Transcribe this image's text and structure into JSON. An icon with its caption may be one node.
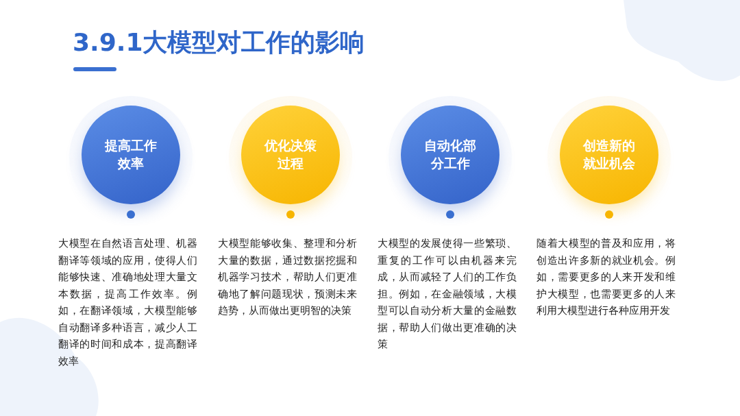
{
  "diagram": {
    "title": "3.9.1大模型对工作的影响",
    "nodes": [
      {
        "text": [
          "提高工作效率"
        ],
        "beside": [
          "大模型在自然语言处理、机器翻译等领域的应用，使得人们能够快速、准确地处理大量文本数据，提高工作效率。例如，在翻译领域，大模型能够自动翻译多种语言，减少人工翻译的时间和成本，提高翻译效率"
        ]
      },
      {
        "text": [
          "优化决策过程"
        ],
        "beside": [
          "大模型能够收集、整理和分析大量的数据，通过数据挖掘和机器学习技术，帮助人们更准确地了解问题现状，预测未来趋势，从而做出更明智的决策"
        ]
      },
      {
        "text": [
          "自动化部分工作"
        ],
        "beside": [
          "大模型的发展使得一些繁琐、重复的工作可以由机器来完成，从而减轻了人们的工作负担。例如，在金融领域，大模型可以自动分析大量的金融数据，帮助人们做出更准确的决策"
        ]
      },
      {
        "text": [
          "创造新的就业机会"
        ],
        "beside": [
          "随着大模型的普及和应用，将创造出许多新的就业机会。例如，需要更多的人来开发和维护大模型，也需要更多的人来利用大模型进行各种应用开发"
        ]
      }
    ]
  }
}
